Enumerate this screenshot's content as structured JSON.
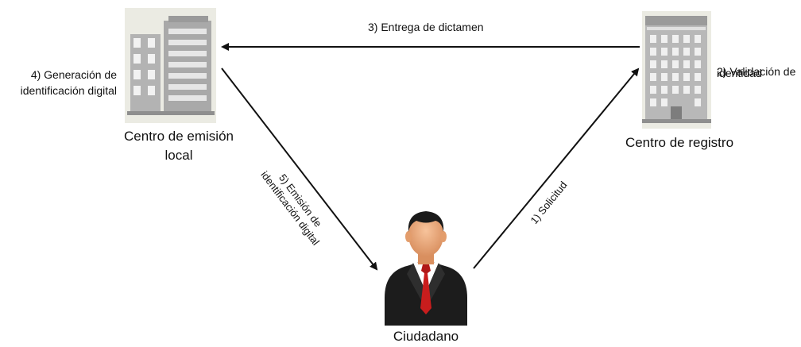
{
  "nodes": {
    "local_center": {
      "label_line1": "Centro de emisión",
      "label_line2": "local"
    },
    "registry_center": {
      "label": "Centro de registro"
    },
    "citizen": {
      "label": "Ciudadano"
    }
  },
  "steps": {
    "s1": "1) Solicitud",
    "s2_line1": "2) Validación de",
    "s2_line2": "identidad",
    "s3": "3) Entrega de dictamen",
    "s4_line1": "4) Generación de",
    "s4_line2": "identificación digital",
    "s5_line1": "5) Emisión de",
    "s5_line2": "identificación digital"
  },
  "icons": {
    "local_center": "office-building-icon",
    "registry_center": "office-building-icon",
    "citizen": "businessman-icon"
  },
  "colors": {
    "arrow": "#111111",
    "building_face": "#b8b8b8",
    "building_dark": "#8f8f8f",
    "building_bg": "#ebebe3",
    "window": "#f2f2f2",
    "suit": "#1c1c1c",
    "tie": "#c81d1d",
    "skin": "#f0b083"
  }
}
